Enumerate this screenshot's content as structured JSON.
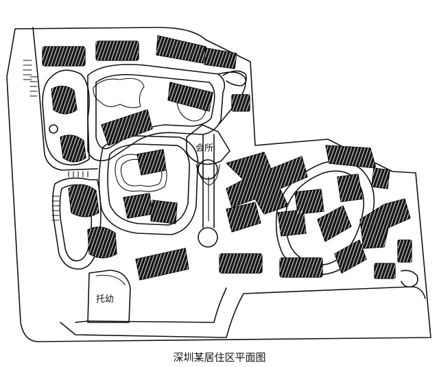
{
  "figure": {
    "caption": "深圳某居住区平面图"
  },
  "labels": {
    "clubhouse": "会所",
    "kindergarten": "托幼"
  }
}
